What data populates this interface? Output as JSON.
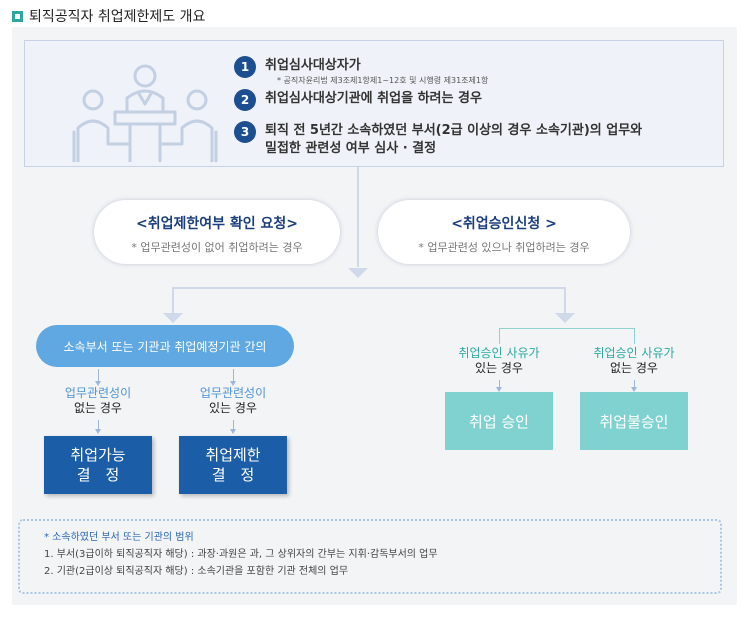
{
  "title": "퇴직공직자 취업제한제도 개요",
  "requirements": [
    {
      "num": "1",
      "text": "취업심사대상자가",
      "note": "* 공직자윤리법 제3조제1항제1~12호 및 시행령 제31조제1항"
    },
    {
      "num": "2",
      "text": "취업심사대상기관에 취업을 하려는 경우"
    },
    {
      "num": "3",
      "text_line1": "퇴직 전 5년간 소속하였던 부서(2급 이상의 경우 소속기관)의 업무와",
      "text_line2": "밀접한 관련성 여부 심사 · 결정"
    }
  ],
  "left_request": {
    "heading": "<취업제한여부 확인 요청>",
    "sub": "* 업무관련성이 없어 취업하려는 경우"
  },
  "right_request": {
    "heading": "<취업승인신청 >",
    "sub": "* 업무관련성 있으나 취업하려는 경우"
  },
  "left_flow": {
    "between_label": "소속부서 또는 기관과 취업예정기관 간의",
    "branch_no": {
      "line1": "업무관련성이",
      "line2": "없는 경우",
      "result": "취업가능\n결　정"
    },
    "branch_yes": {
      "line1": "업무관련성이",
      "line2": "있는 경우",
      "result": "취업제한\n결　정"
    }
  },
  "right_flow": {
    "branch_approve": {
      "line1": "취업승인 사유가",
      "line2": "있는 경우",
      "result": "취업 승인"
    },
    "branch_deny": {
      "line1": "취업승인 사유가",
      "line2": "없는 경우",
      "result": "취업불승인"
    }
  },
  "footnote": {
    "heading": "* 소속하였던 부서 또는 기관의 범위",
    "line1": "1. 부서(3급이하 퇴직공직자 해당) :  과장·과원은 과, 그 상위자의 간부는 지휘·감독부서의 업무",
    "line2": "2. 기관(2급이상 퇴직공직자 해당) :  소속기관을 포함한 기관 전체의 업무"
  },
  "colors": {
    "navy": "#1c4f8f",
    "dark_blue": "#1b5ea7",
    "light_blue": "#5fa8e1",
    "teal": "#7fd2cf",
    "teal_text": "#2aa99f"
  }
}
